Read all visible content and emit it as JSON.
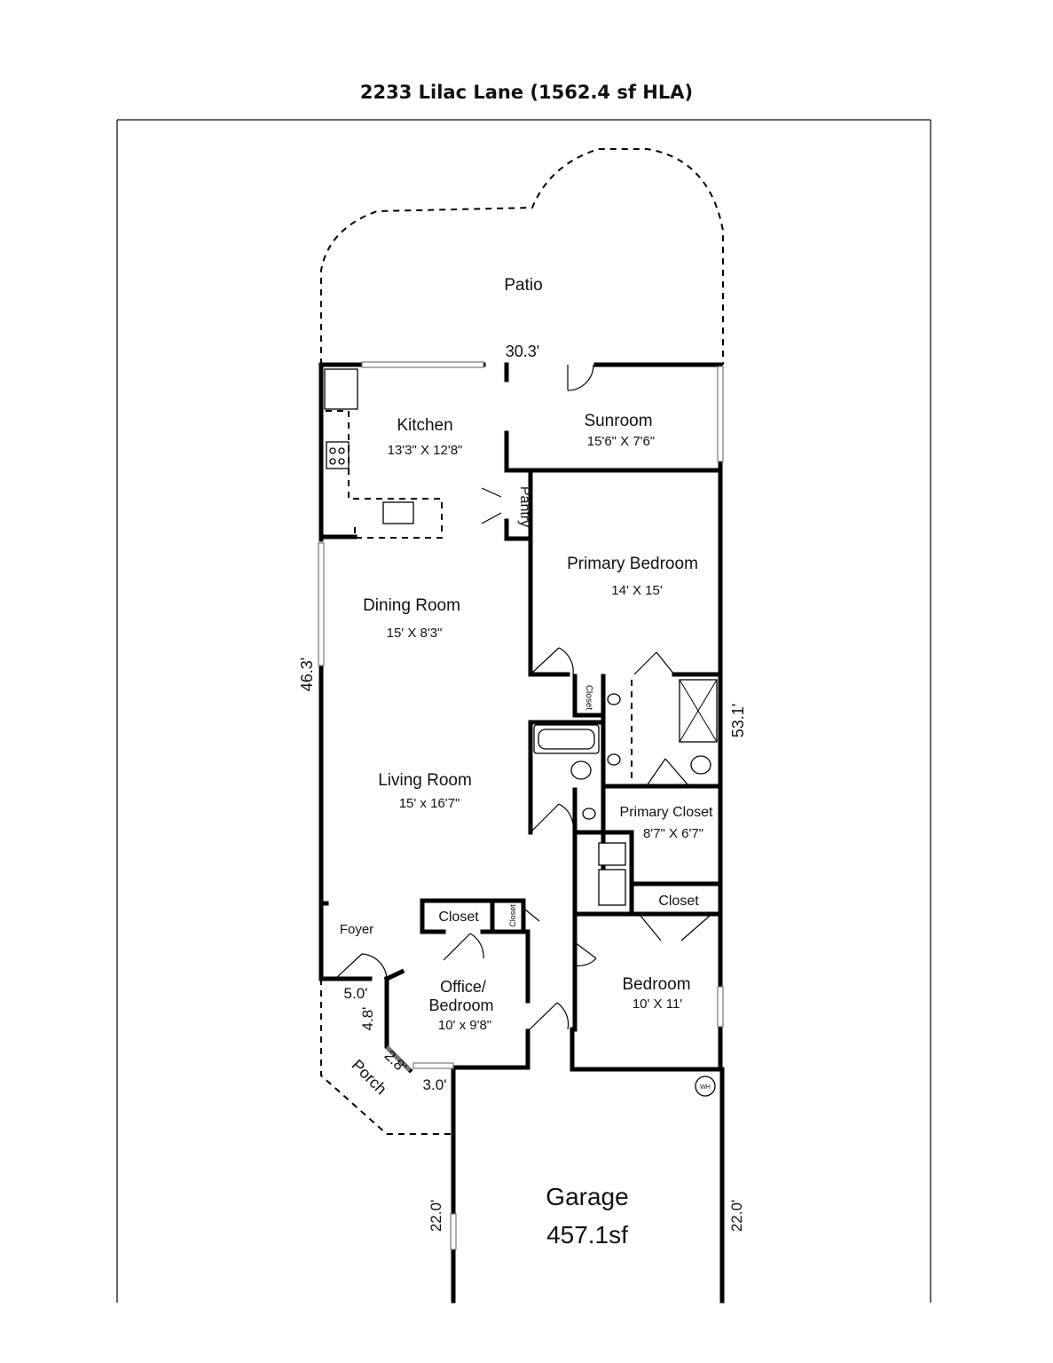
{
  "title": "2233 Lilac Lane (1562.4 sf HLA)",
  "rooms": {
    "patio": {
      "name": "Patio"
    },
    "kitchen": {
      "name": "Kitchen",
      "dim": "13'3\" X 12'8\""
    },
    "sunroom": {
      "name": "Sunroom",
      "dim": "15'6\" X 7'6\""
    },
    "pantry": {
      "name": "Pantry"
    },
    "primary_bedroom": {
      "name": "Primary Bedroom",
      "dim": "14' X 15'"
    },
    "dining_room": {
      "name": "Dining Room",
      "dim": "15' X 8'3\""
    },
    "living_room": {
      "name": "Living Room",
      "dim": "15' x 16'7\""
    },
    "primary_closet": {
      "name": "Primary Closet",
      "dim": "8'7\" X 6'7\""
    },
    "closet_small_upper": {
      "name": "Closet"
    },
    "closet_foyer": {
      "name": "Closet"
    },
    "closet_foyer_small": {
      "name": "Closet"
    },
    "closet_bedroom": {
      "name": "Closet"
    },
    "foyer": {
      "name": "Foyer"
    },
    "office": {
      "name": "Office/",
      "name2": "Bedroom",
      "dim": "10' x 9'8\""
    },
    "bedroom": {
      "name": "Bedroom",
      "dim": "10' X 11'"
    },
    "porch": {
      "name": "Porch"
    },
    "garage": {
      "name": "Garage",
      "area": "457.1sf"
    }
  },
  "dimensions": {
    "top": "30.3'",
    "left": "46.3'",
    "right": "53.1'",
    "porch_5": "5.0'",
    "porch_48": "4.8'",
    "porch_28": "2.8'",
    "porch_30": "3.0'",
    "garage_left": "22.0'",
    "garage_right": "22.0'"
  },
  "fixtures": {
    "water_heater": "WH"
  }
}
